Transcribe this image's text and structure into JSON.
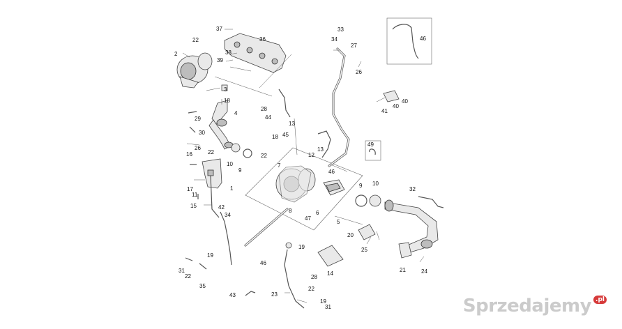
{
  "callouts": [
    "37",
    "36",
    "22",
    "2",
    "38",
    "39",
    "3",
    "18",
    "4",
    "29",
    "30",
    "26",
    "22",
    "16",
    "10",
    "9",
    "22",
    "7",
    "18",
    "45",
    "13",
    "44",
    "28",
    "33",
    "34",
    "27",
    "26",
    "46",
    "41",
    "40",
    "40",
    "49",
    "12",
    "13",
    "46",
    "17",
    "11",
    "1",
    "15",
    "42",
    "34",
    "8",
    "6",
    "47",
    "5",
    "9",
    "10",
    "32",
    "20",
    "25",
    "21",
    "24",
    "19",
    "19",
    "31",
    "22",
    "35",
    "46",
    "28",
    "14",
    "22",
    "43",
    "23",
    "19",
    "31"
  ],
  "watermark": {
    "text": "Sprzedajemy",
    "badge": ".pl"
  }
}
